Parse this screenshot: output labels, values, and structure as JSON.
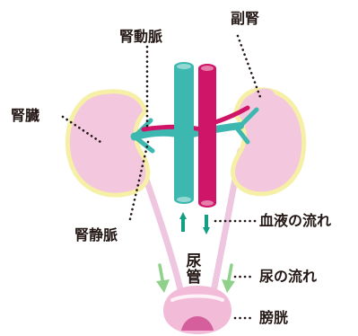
{
  "labels": {
    "renal_artery": "腎動脈",
    "adrenal_gland": "副腎",
    "kidney": "腎臓",
    "renal_vein": "腎静脈",
    "blood_flow": "血液の流れ",
    "ureter_char1": "尿",
    "ureter_char2": "管",
    "urine_flow": "尿の流れ",
    "bladder": "膀胱"
  },
  "colors": {
    "kidney_fill": "#f3c7dd",
    "kidney_outline": "#f6efa6",
    "artery": "#cf1567",
    "vein": "#3cb8b0",
    "ureter": "#efc6df",
    "blood_flow_arrow": "#149e84",
    "urine_flow_arrow": "#8fd18a",
    "bladder": "#f2bcd8",
    "leader_dots": "#231815"
  }
}
